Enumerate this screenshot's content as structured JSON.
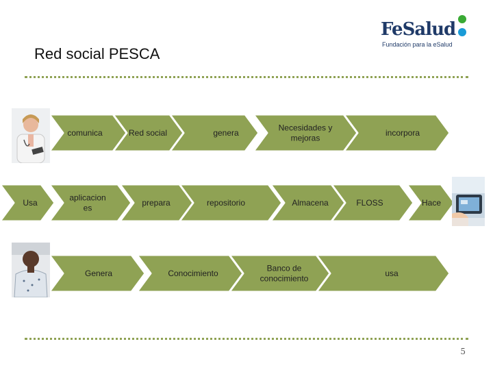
{
  "slide": {
    "title": "Red social PESCA",
    "page_number": "5"
  },
  "logo": {
    "brand": "FeSalud",
    "tagline": "Fundación para la eSalud",
    "dot_colors": [
      "#3aaa35",
      "#1a9bd7"
    ],
    "text_color": "#1f3a68"
  },
  "colors": {
    "chevron_fill": "#8fa254",
    "chevron_border": "#ffffff",
    "rule": "#8fa254",
    "label": "#222222"
  },
  "rows": [
    {
      "name": "row-1",
      "nodes": [
        {
          "id": "comunica",
          "label": [
            "comunica"
          ]
        },
        {
          "id": "red-social",
          "label": [
            "Red social"
          ]
        },
        {
          "id": "genera-1",
          "label": [
            "genera"
          ]
        },
        {
          "id": "necesidades",
          "label": [
            "Necesidades y",
            "mejoras"
          ]
        },
        {
          "id": "incorpora",
          "label": [
            "incorpora"
          ]
        }
      ]
    },
    {
      "name": "row-2",
      "nodes": [
        {
          "id": "usa-start",
          "label": [
            "Usa"
          ]
        },
        {
          "id": "aplicaciones",
          "label": [
            "aplicacion",
            "es"
          ]
        },
        {
          "id": "prepara",
          "label": [
            "prepara"
          ]
        },
        {
          "id": "repositorio",
          "label": [
            "repositorio"
          ]
        },
        {
          "id": "almacena",
          "label": [
            "Almacena"
          ]
        },
        {
          "id": "floss",
          "label": [
            "FLOSS"
          ]
        },
        {
          "id": "hace",
          "label": [
            "Hace"
          ]
        }
      ]
    },
    {
      "name": "row-3",
      "nodes": [
        {
          "id": "genera-2",
          "label": [
            "Genera"
          ]
        },
        {
          "id": "conocimiento",
          "label": [
            "Conocimiento"
          ]
        },
        {
          "id": "banco",
          "label": [
            "Banco de",
            "conocimiento"
          ]
        },
        {
          "id": "usa-end",
          "label": [
            "usa"
          ]
        }
      ]
    }
  ],
  "photos": [
    {
      "id": "doctor",
      "icon": "doctor-photo"
    },
    {
      "id": "patient",
      "icon": "patient-photo"
    },
    {
      "id": "device",
      "icon": "tablet-device-photo"
    }
  ]
}
